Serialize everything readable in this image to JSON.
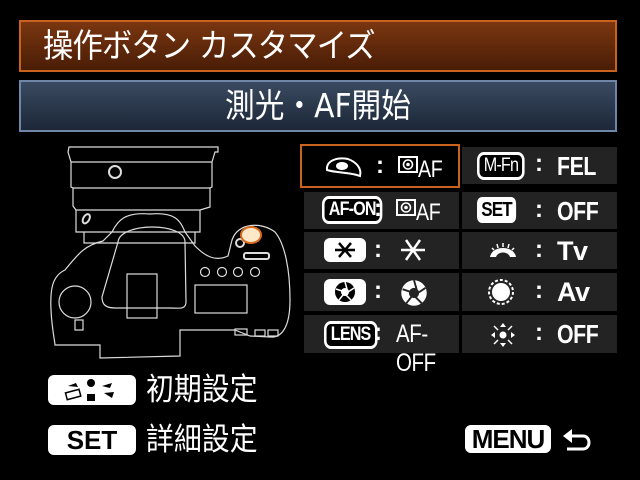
{
  "header": {
    "title": "操作ボタン カスタマイズ",
    "subtitle": "測光・AF開始"
  },
  "colors": {
    "title_border": "#c9621e",
    "title_bg_top": "#7a3610",
    "subtitle_border": "#6f86a8",
    "subtitle_bg_top": "#3a4a60",
    "cell_bg": "#232323",
    "selected_border": "#c9621e",
    "highlight_button": "#f4a050"
  },
  "grid": {
    "separator": ":",
    "left": [
      {
        "button": "shutter-half-press",
        "button_icon": "metering-eye-icon",
        "value": "AF",
        "value_icon": "metering-af-icon",
        "selected": true
      },
      {
        "button": "AF-ON",
        "button_label": "AF-ON",
        "value": "AF",
        "value_icon": "metering-af-icon",
        "selected": false
      },
      {
        "button": "AE lock",
        "button_icon": "ae-lock-star-icon",
        "value_icon": "ae-lock-star-icon",
        "value": "",
        "selected": false
      },
      {
        "button": "DOF preview",
        "button_icon": "aperture-icon",
        "value_icon": "aperture-icon",
        "value": "",
        "selected": false
      },
      {
        "button": "LENS",
        "button_label": "LENS",
        "value": "AF-OFF",
        "selected": false
      }
    ],
    "right": [
      {
        "button": "M-Fn",
        "button_label": "M-Fn",
        "value": "FEL"
      },
      {
        "button": "SET",
        "button_label": "SET",
        "value": "OFF"
      },
      {
        "button": "main-dial",
        "button_icon": "main-dial-icon",
        "value": "Tv"
      },
      {
        "button": "quick-control-dial",
        "button_icon": "quick-control-dial-icon",
        "value": "Av"
      },
      {
        "button": "multi-controller",
        "button_icon": "multi-controller-icon",
        "value": "OFF"
      }
    ]
  },
  "footer": {
    "reset": {
      "badge_icon": "erase-icon",
      "label": "初期設定"
    },
    "detail": {
      "badge": "SET",
      "label": "詳細設定"
    },
    "menu": {
      "badge": "MENU",
      "icon": "return-arrow-icon"
    }
  }
}
